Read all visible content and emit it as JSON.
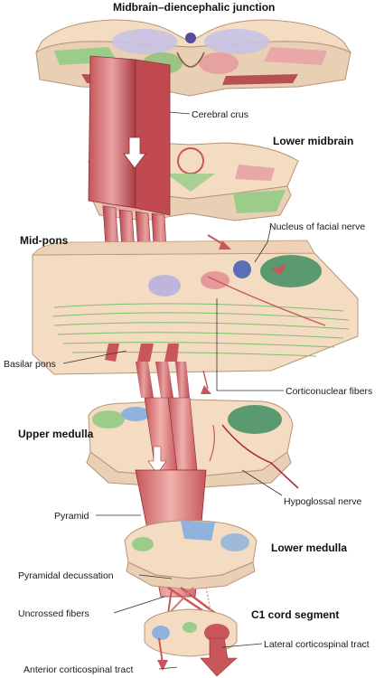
{
  "headings": {
    "midbrain_diencephalic": "Midbrain–diencephalic junction",
    "lower_midbrain": "Lower midbrain",
    "mid_pons": "Mid-pons",
    "upper_medulla": "Upper medulla",
    "lower_medulla": "Lower medulla",
    "c1_cord": "C1 cord segment"
  },
  "labels": {
    "cerebral_crus": "Cerebral crus",
    "nucleus_facial": "Nucleus of facial nerve",
    "basilar_pons": "Basilar pons",
    "corticonuclear": "Corticonuclear fibers",
    "hypoglossal": "Hypoglossal nerve",
    "pyramid": "Pyramid",
    "pyramidal_decussation": "Pyramidal decussation",
    "uncrossed_fibers": "Uncrossed fibers",
    "lateral_corticospinal": "Lateral corticospinal tract",
    "anterior_corticospinal": "Anterior corticospinal tract"
  },
  "colors": {
    "tract_red": "#c9565a",
    "tract_light": "#e59a9a",
    "tissue": "#f3dcc2",
    "tissue_edge": "#b79478",
    "green": "#9ccc8a",
    "dark_green": "#3f8e62",
    "blue": "#8fb3dc",
    "pink": "#e9a8a8"
  }
}
